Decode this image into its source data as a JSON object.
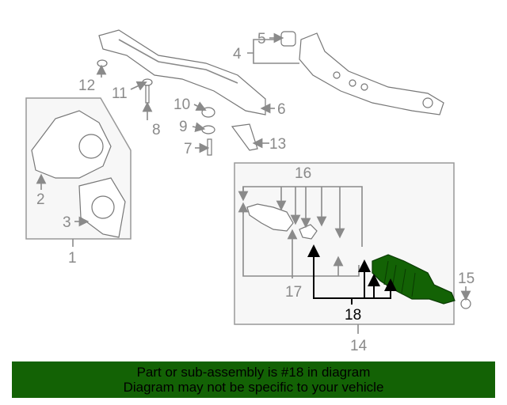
{
  "callouts": {
    "c1": "1",
    "c2": "2",
    "c3": "3",
    "c4": "4",
    "c5": "5",
    "c6": "6",
    "c7": "7",
    "c8": "8",
    "c9": "9",
    "c10": "10",
    "c11": "11",
    "c12": "12",
    "c13": "13",
    "c14": "14",
    "c15": "15",
    "c16": "16",
    "c17": "17",
    "c18": "18"
  },
  "highlight_color": "#136205",
  "banner": {
    "line1": "Part or sub-assembly is #18 in diagram",
    "line2": "Diagram may not be specific to your vehicle"
  }
}
